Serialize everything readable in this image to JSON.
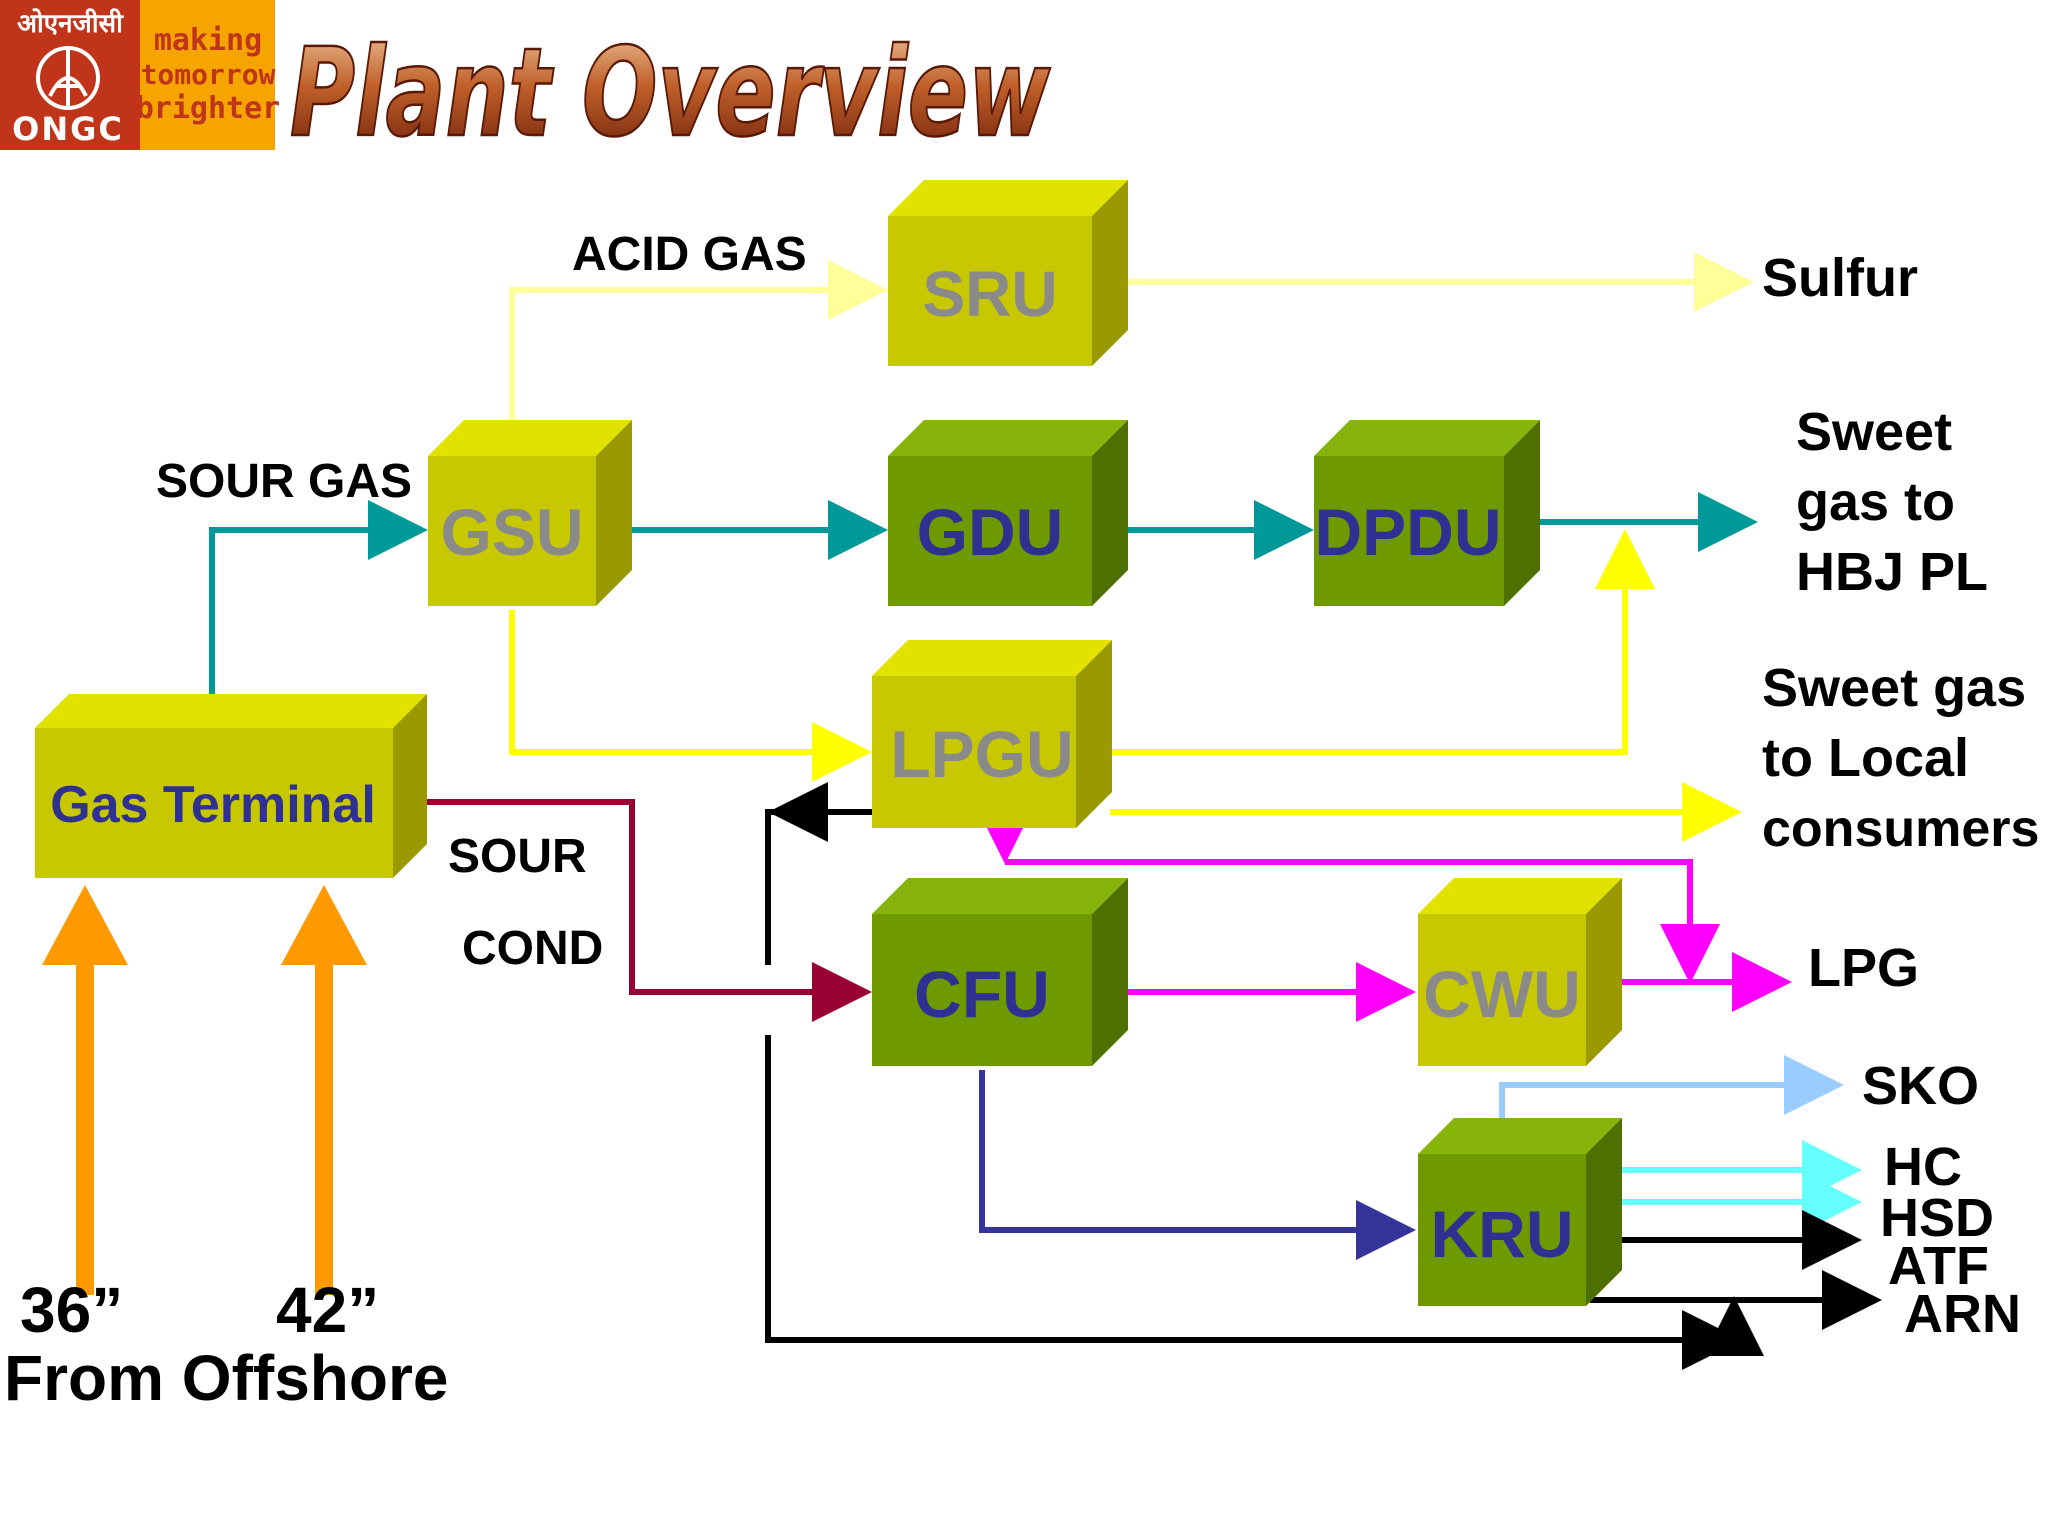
{
  "title": "Plant Overview",
  "logo": {
    "hindi_text": "ओएनजीसी",
    "company": "ONGC",
    "tagline": [
      "making",
      "tomorrow",
      "brighter"
    ]
  },
  "units": {
    "gas_terminal": "Gas Terminal",
    "gsu": "GSU",
    "sru": "SRU",
    "gdu": "GDU",
    "dpdu": "DPDU",
    "lpgu": "LPGU",
    "cfu": "CFU",
    "cwu": "CWU",
    "kru": "KRU"
  },
  "labels": {
    "acid_gas": "ACID GAS",
    "sour_gas": "SOUR GAS",
    "sour": "SOUR",
    "cond": "COND",
    "sulfur": "Sulfur",
    "sweet_hbj": [
      "Sweet",
      "gas to",
      "HBJ PL"
    ],
    "sweet_local": [
      "Sweet gas",
      "to Local",
      "consumers"
    ],
    "lpg": "LPG",
    "sko": "SKO",
    "hc": "HC",
    "hsd": "HSD",
    "atf": "ATF",
    "arn": "ARN",
    "pipe_36": "36”",
    "pipe_42": "42”",
    "from_offshore": "From Offshore"
  },
  "colors": {
    "yellow_box": "#c8c800",
    "green_box": "#6e9a00",
    "teal": "#009999",
    "pale_yellow": "#ffff99",
    "yellow": "#ffff00",
    "magenta": "#ff00ff",
    "maroon": "#990033",
    "navy": "#333399",
    "light_blue": "#99ccff",
    "cyan": "#66ffff",
    "orange": "#ff9900",
    "title_brown": "#8b2a10"
  }
}
